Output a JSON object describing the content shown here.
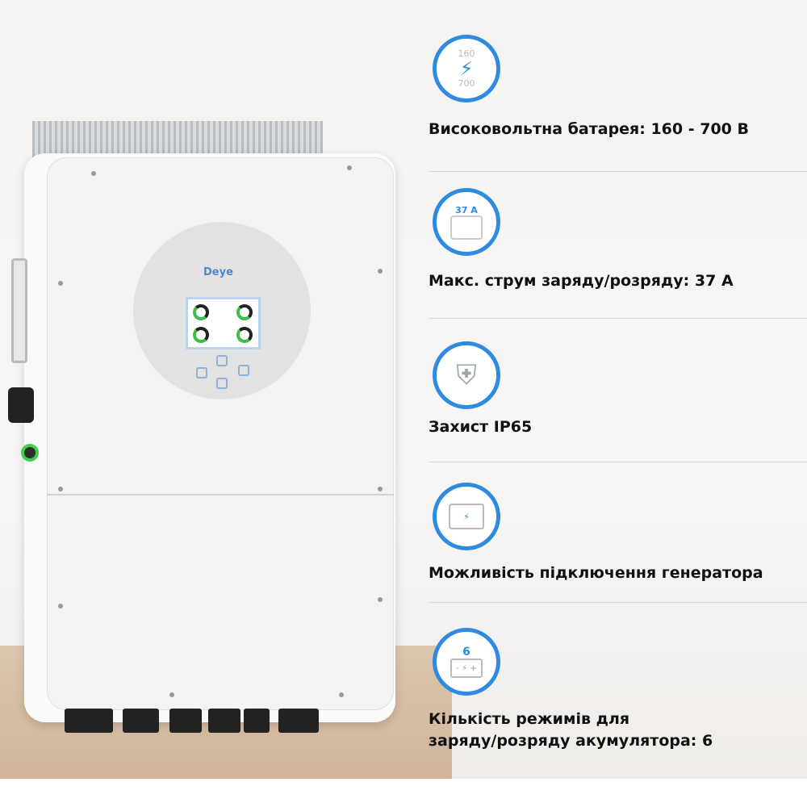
{
  "product": {
    "brand_logo": "Deye"
  },
  "features": [
    {
      "icon": "high-voltage-battery-icon",
      "icon_top": "160",
      "icon_bottom": "700",
      "label": "Високовольтна батарея: 160 - 700 В"
    },
    {
      "icon": "current-meter-icon",
      "icon_top": "37 A",
      "label": "Макс. струм заряду/розряду: 37 А"
    },
    {
      "icon": "ip65-shield-icon",
      "label": "Захист IP65"
    },
    {
      "icon": "generator-icon",
      "label": "Можливість підключення генератора"
    },
    {
      "icon": "battery-modes-icon",
      "icon_top": "6",
      "label_line1": "Кількість режимів для",
      "label_line2": "заряду/розряду акумулятора: 6"
    }
  ],
  "colors": {
    "accent": "#2e8be0",
    "charging_green": "#3bbf4a"
  }
}
